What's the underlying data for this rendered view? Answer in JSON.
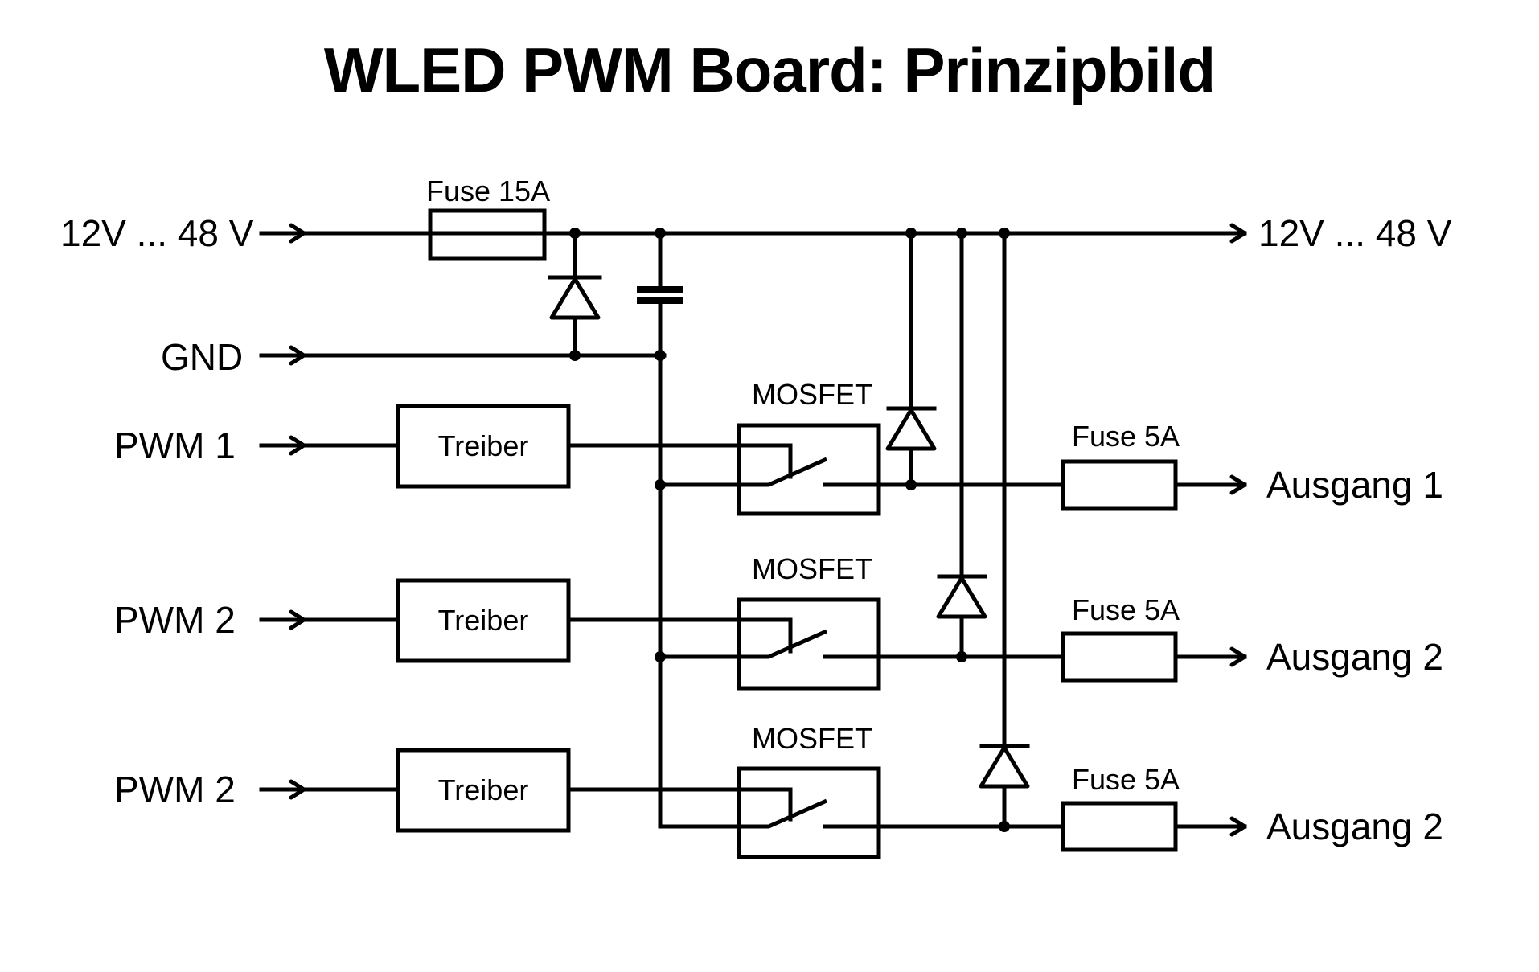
{
  "title": "WLED PWM Board: Prinzipbild",
  "inputs": {
    "power_in": "12V ... 48 V",
    "gnd": "GND",
    "pwm": [
      "PWM 1",
      "PWM 2",
      "PWM 2"
    ]
  },
  "outputs": {
    "power_out": "12V ... 48 V",
    "channels": [
      "Ausgang 1",
      "Ausgang 2",
      "Ausgang 2"
    ]
  },
  "components": {
    "main_fuse": "Fuse 15A",
    "driver_label": "Treiber",
    "mosfet_label": "MOSFET",
    "channel_fuses": [
      "Fuse 5A",
      "Fuse 5A",
      "Fuse 5A"
    ]
  },
  "channels": [
    {
      "pwm": "PWM 1",
      "driver": "Treiber",
      "switch": "MOSFET",
      "fuse": "Fuse 5A",
      "output": "Ausgang 1"
    },
    {
      "pwm": "PWM 2",
      "driver": "Treiber",
      "switch": "MOSFET",
      "fuse": "Fuse 5A",
      "output": "Ausgang 2"
    },
    {
      "pwm": "PWM 2",
      "driver": "Treiber",
      "switch": "MOSFET",
      "fuse": "Fuse 5A",
      "output": "Ausgang 2"
    }
  ]
}
